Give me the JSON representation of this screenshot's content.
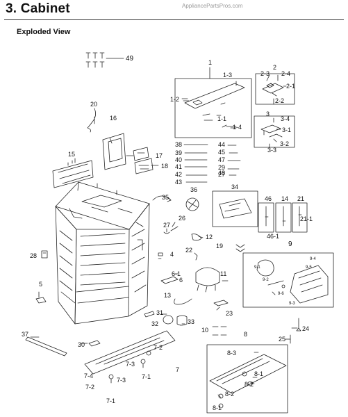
{
  "header": {
    "section_title": "3. Cabinet",
    "watermark": "AppliancePartsPros.com",
    "subtitle": "Exploded View"
  },
  "labels": {
    "p49": "49",
    "p1": "1",
    "p1_3": "1-3",
    "p1_2": "1-2",
    "p1_1": "1-1",
    "p1_4": "1-4",
    "p2": "2",
    "p2_3": "2-3",
    "p2_4": "2-4",
    "p2_1": "2-1",
    "p2_2": "2-2",
    "p3": "3",
    "p3_4": "3-4",
    "p3_1": "3-1",
    "p3_2": "3-2",
    "p3_3": "3-3",
    "p20": "20",
    "p16": "16",
    "p15": "15",
    "p17": "17",
    "p18": "18",
    "p38": "38",
    "p39": "39",
    "p40": "40",
    "p41": "41",
    "p42": "42",
    "p43": "43",
    "p44": "44",
    "p45": "45",
    "p47": "47",
    "p29": "29",
    "p27b": "27",
    "p48": "48",
    "p36": "36",
    "p34": "34",
    "p35": "35",
    "p46": "46",
    "p14": "14",
    "p21": "21",
    "p46_1": "46-1",
    "p21_1": "21-1",
    "p26": "26",
    "p27": "27",
    "p12": "12",
    "p28": "28",
    "p22": "22",
    "p4": "4",
    "p19": "19",
    "p9": "9",
    "p6_1": "6-1",
    "p6": "6",
    "p11": "11",
    "p5": "5",
    "p13": "13",
    "p23": "23",
    "p31": "31",
    "p32": "32",
    "p33": "33",
    "p10": "10",
    "p24": "24",
    "p25": "25",
    "p8": "8",
    "p8_3": "8-3",
    "p8_1a": "8-1",
    "p8_2a": "8-2",
    "p8_2b": "8-2",
    "p8_1b": "8-1",
    "p37": "37",
    "p30": "30",
    "p7": "7",
    "p7_2a": "7-2",
    "p7_3a": "7-3",
    "p7_1a": "7-1",
    "p7_4": "7-4",
    "p7_2b": "7-2",
    "p7_3b": "7-3",
    "p7_1b": "7-1",
    "p9_1": "9-1",
    "p9_2": "9-2",
    "p9_3": "9-3",
    "p9_4": "9-4",
    "p9_5": "9-5",
    "p9_6": "9-6"
  }
}
